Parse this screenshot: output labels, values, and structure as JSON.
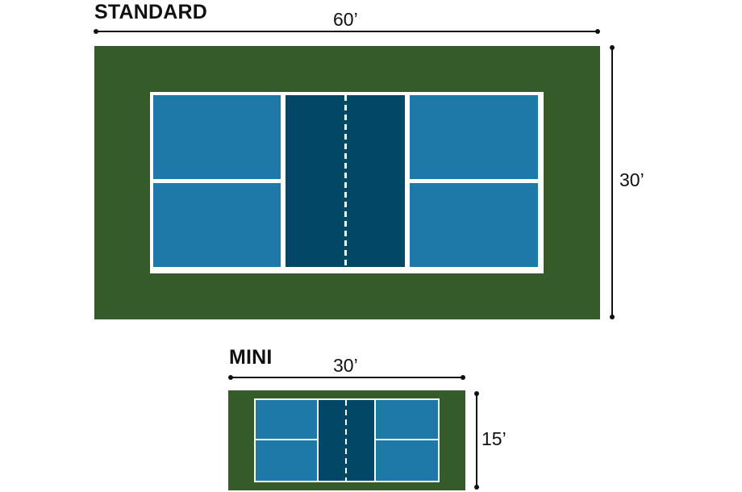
{
  "colors": {
    "surround": "#345b29",
    "service_box": "#1f79a8",
    "kitchen": "#024866",
    "lines": "#ffffff",
    "ink": "#111111"
  },
  "standard": {
    "title": "STANDARD",
    "length_label": "60’",
    "width_label": "30’"
  },
  "mini": {
    "title": "MINI",
    "length_label": "30’",
    "width_label": "15’"
  }
}
